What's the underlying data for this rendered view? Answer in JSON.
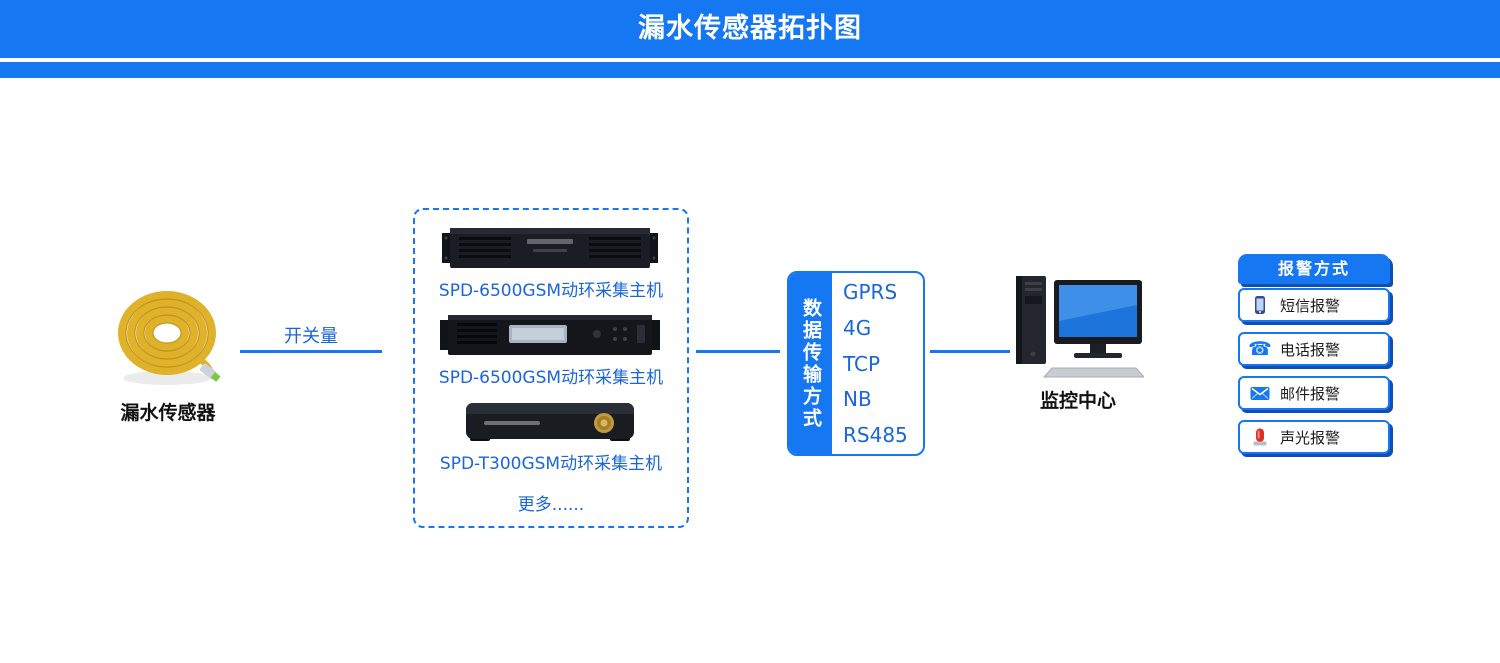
{
  "colors": {
    "accent_blue": "#1577f2",
    "text_blue": "#1a66d9",
    "panel_shadow_blue": "#0d4fb6"
  },
  "header": {
    "title": "漏水传感器拓扑图"
  },
  "sensor": {
    "label": "漏水传感器",
    "signal_label": "开关量"
  },
  "hosts": {
    "devices": [
      {
        "label": "SPD-6500GSM动环采集主机"
      },
      {
        "label": "SPD-6500GSM动环采集主机"
      },
      {
        "label": "SPD-T300GSM动环采集主机"
      }
    ],
    "more": "更多......"
  },
  "transmission": {
    "side_label": "数据传输方式",
    "protocols": [
      "GPRS",
      "4G",
      "TCP",
      "NB",
      "RS485"
    ]
  },
  "monitor": {
    "label": "监控中心"
  },
  "alarm": {
    "title": "报警方式",
    "items": [
      {
        "icon": "smartphone-icon",
        "label": "短信报警"
      },
      {
        "icon": "telephone-icon",
        "label": "电话报警"
      },
      {
        "icon": "mail-icon",
        "label": "邮件报警"
      },
      {
        "icon": "siren-icon",
        "label": "声光报警"
      }
    ]
  }
}
